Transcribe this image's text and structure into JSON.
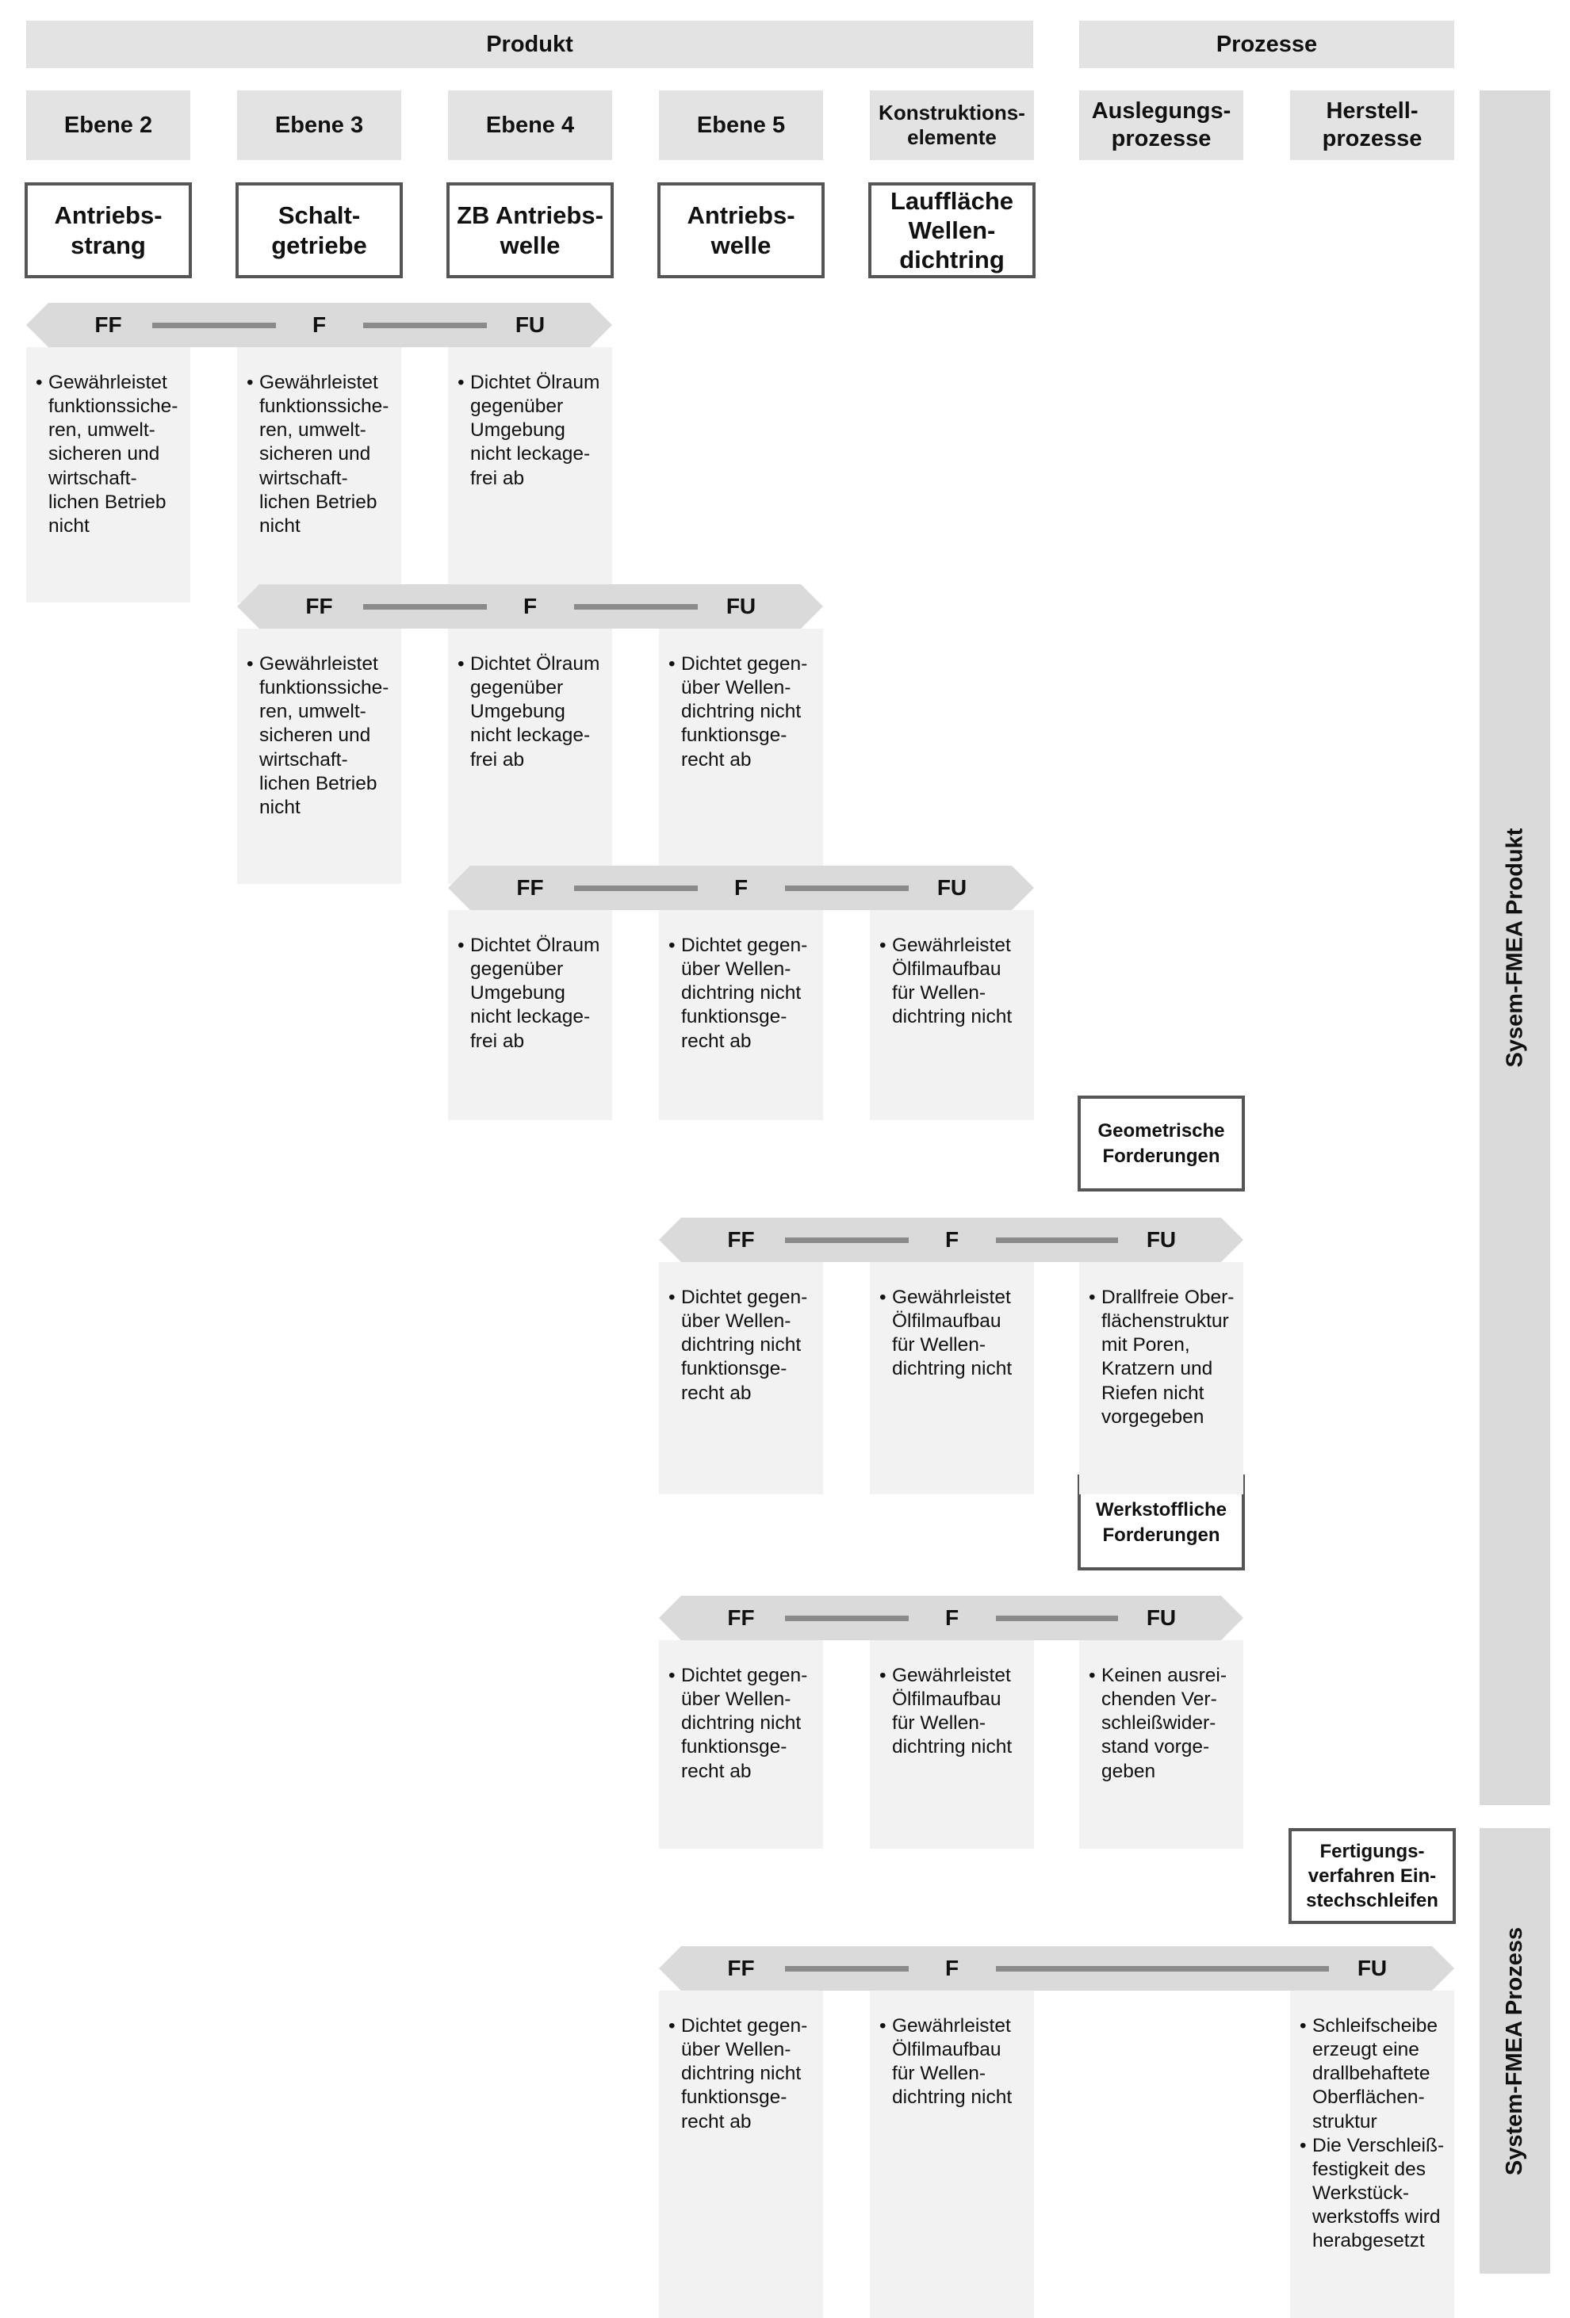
{
  "header": {
    "produkt": "Produkt",
    "prozesse": "Prozesse"
  },
  "levels": {
    "ebene2": "Ebene 2",
    "ebene3": "Ebene 3",
    "ebene4": "Ebene 4",
    "ebene5": "Ebene 5",
    "konstruktionselemente": "Konstruktions-\nelemente",
    "auslegungsprozesse": "Auslegungs-\nprozesse",
    "herstellprozesse": "Herstell-\nprozesse"
  },
  "nodes": {
    "antriebsstrang": "Antriebs-\nstrang",
    "schaltgetriebe": "Schalt-\ngetriebe",
    "zb_antriebswelle": "ZB Antriebs-\nwelle",
    "antriebswelle": "Antriebs-\nwelle",
    "lauffläche": "Lauffläche\nWellen-\ndichtring"
  },
  "requirements": {
    "geometrisch": "Geometrische\nForderungen",
    "werkstofflich": "Werkstoffliche\nForderungen",
    "fertigung": "Fertigungs-\nverfahren Ein-\nstechschleifen"
  },
  "bands": {
    "ff": "FF",
    "f": "F",
    "fu": "FU"
  },
  "rows": [
    {
      "cols": [
        [
          "Gewährleistet\nfunktionssiche-\nren, umwelt-\nsicheren und\nwirtschaft-\nlichen Betrieb\nnicht"
        ],
        [
          "Gewährleistet\nfunktionssiche-\nren, umwelt-\nsicheren und\nwirtschaft-\nlichen Betrieb\nnicht"
        ],
        [
          "Dichtet Ölraum\ngegenüber\nUmgebung\nnicht leckage-\nfrei ab"
        ]
      ]
    },
    {
      "cols": [
        [
          "Gewährleistet\nfunktionssiche-\nren, umwelt-\nsicheren und\nwirtschaft-\nlichen Betrieb\nnicht"
        ],
        [
          "Dichtet Ölraum\ngegenüber\nUmgebung\nnicht leckage-\nfrei ab"
        ],
        [
          "Dichtet gegen-\nüber Wellen-\ndichtring nicht\nfunktionsge-\nrecht ab"
        ]
      ]
    },
    {
      "cols": [
        [
          "Dichtet Ölraum\ngegenüber\nUmgebung\nnicht leckage-\nfrei ab"
        ],
        [
          "Dichtet gegen-\nüber Wellen-\ndichtring nicht\nfunktionsge-\nrecht ab"
        ],
        [
          "Gewährleistet\nÖlfilmaufbau\nfür Wellen-\ndichtring nicht"
        ]
      ]
    },
    {
      "cols": [
        [
          "Dichtet gegen-\nüber Wellen-\ndichtring nicht\nfunktionsge-\nrecht ab"
        ],
        [
          "Gewährleistet\nÖlfilmaufbau\nfür Wellen-\ndichtring nicht"
        ],
        [
          "Drallfreie Ober-\nflächenstruktur\nmit Poren,\nKratzern und\nRiefen nicht\nvorgegeben"
        ]
      ]
    },
    {
      "cols": [
        [
          "Dichtet gegen-\nüber Wellen-\ndichtring nicht\nfunktionsge-\nrecht ab"
        ],
        [
          "Gewährleistet\nÖlfilmaufbau\nfür Wellen-\ndichtring nicht"
        ],
        [
          "Keinen ausrei-\nchenden Ver-\nschleißwider-\nstand vorge-\ngeben"
        ]
      ]
    },
    {
      "cols": [
        [
          "Dichtet gegen-\nüber Wellen-\ndichtring nicht\nfunktionsge-\nrecht ab"
        ],
        [
          "Gewährleistet\nÖlfilmaufbau\nfür Wellen-\ndichtring nicht"
        ],
        [
          "Schleifscheibe\nerzeugt eine\ndrallbehaftete\nOberflächen-\nstruktur",
          "Die Verschleiß-\nfestigkeit des\nWerkstück-\nwerkstoffs wird\nherabgesetzt"
        ]
      ]
    }
  ],
  "side_labels": {
    "produkt": "Sysem-FMEA Produkt",
    "prozess": "System-FMEA Prozess"
  }
}
